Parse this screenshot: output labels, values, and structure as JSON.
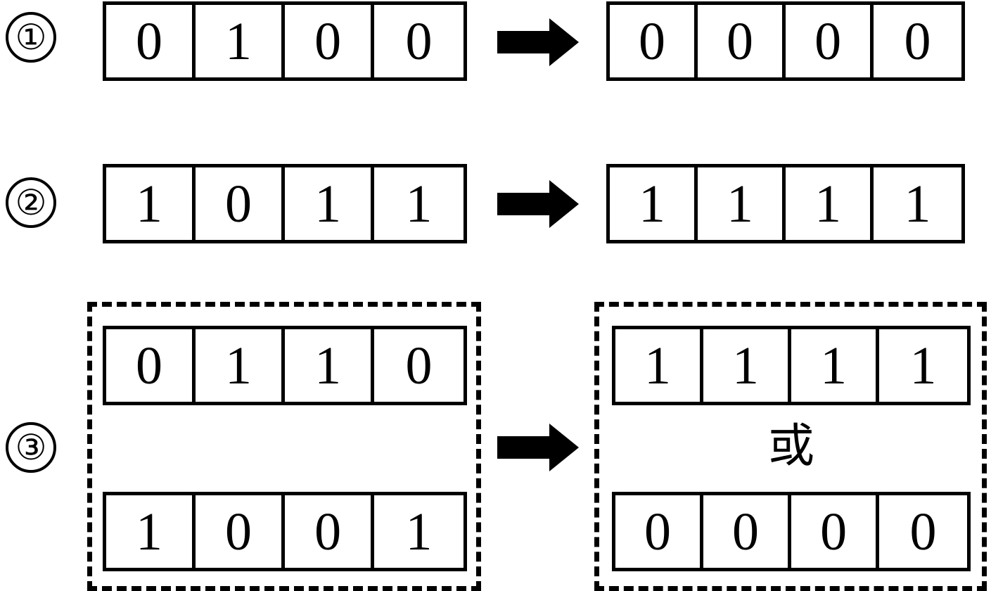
{
  "diagram": {
    "title_text": "",
    "colors": {
      "ink": "#000000",
      "paper": "#ffffff"
    },
    "arrow_icon_name": "right-arrow-icon",
    "or_label": "或",
    "rows": [
      {
        "index_label": "①",
        "index_name": "marker-1",
        "grouped": false,
        "input": {
          "sequences": [
            {
              "bits": [
                "0",
                "1",
                "0",
                "0"
              ]
            }
          ]
        },
        "output": {
          "sequences": [
            {
              "bits": [
                "0",
                "0",
                "0",
                "0"
              ]
            }
          ]
        }
      },
      {
        "index_label": "②",
        "index_name": "marker-2",
        "grouped": false,
        "input": {
          "sequences": [
            {
              "bits": [
                "1",
                "0",
                "1",
                "1"
              ]
            }
          ]
        },
        "output": {
          "sequences": [
            {
              "bits": [
                "1",
                "1",
                "1",
                "1"
              ]
            }
          ]
        }
      },
      {
        "index_label": "③",
        "index_name": "marker-3",
        "grouped": true,
        "input": {
          "sequences": [
            {
              "bits": [
                "0",
                "1",
                "1",
                "0"
              ]
            },
            {
              "bits": [
                "1",
                "0",
                "0",
                "1"
              ]
            }
          ]
        },
        "output": {
          "separator": "或",
          "sequences": [
            {
              "bits": [
                "1",
                "1",
                "1",
                "1"
              ]
            },
            {
              "bits": [
                "0",
                "0",
                "0",
                "0"
              ]
            }
          ]
        }
      }
    ]
  }
}
